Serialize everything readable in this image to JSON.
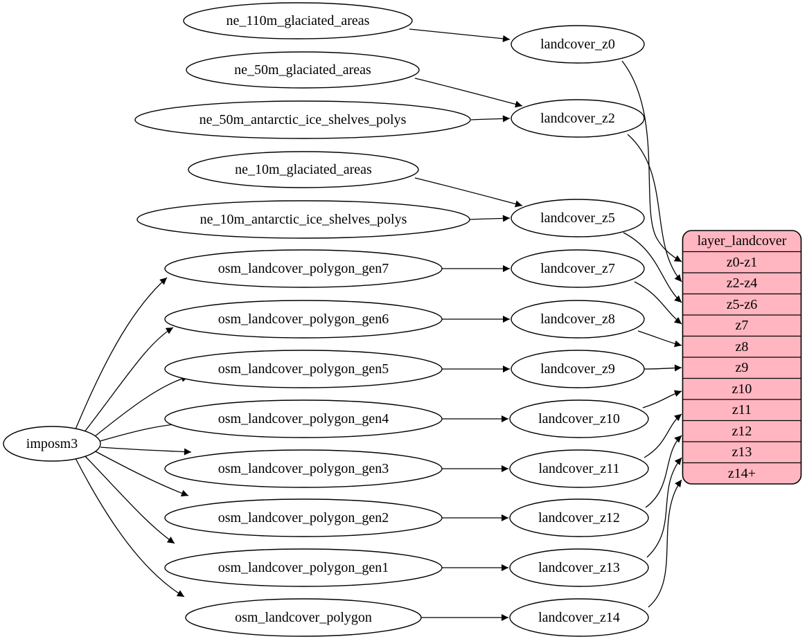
{
  "colors": {
    "record_fill": "#ffb6c1",
    "node_fill": "#ffffff",
    "stroke": "#000000",
    "background": "#ffffff"
  },
  "nodes": {
    "imposm3": "imposm3",
    "ne_110m_glaciated_areas": "ne_110m_glaciated_areas",
    "ne_50m_glaciated_areas": "ne_50m_glaciated_areas",
    "ne_50m_antarctic_ice_shelves_polys": "ne_50m_antarctic_ice_shelves_polys",
    "ne_10m_glaciated_areas": "ne_10m_glaciated_areas",
    "ne_10m_antarctic_ice_shelves_polys": "ne_10m_antarctic_ice_shelves_polys",
    "osm_landcover_polygon_gen7": "osm_landcover_polygon_gen7",
    "osm_landcover_polygon_gen6": "osm_landcover_polygon_gen6",
    "osm_landcover_polygon_gen5": "osm_landcover_polygon_gen5",
    "osm_landcover_polygon_gen4": "osm_landcover_polygon_gen4",
    "osm_landcover_polygon_gen3": "osm_landcover_polygon_gen3",
    "osm_landcover_polygon_gen2": "osm_landcover_polygon_gen2",
    "osm_landcover_polygon_gen1": "osm_landcover_polygon_gen1",
    "osm_landcover_polygon": "osm_landcover_polygon",
    "landcover_z0": "landcover_z0",
    "landcover_z2": "landcover_z2",
    "landcover_z5": "landcover_z5",
    "landcover_z7": "landcover_z7",
    "landcover_z8": "landcover_z8",
    "landcover_z9": "landcover_z9",
    "landcover_z10": "landcover_z10",
    "landcover_z11": "landcover_z11",
    "landcover_z12": "landcover_z12",
    "landcover_z13": "landcover_z13",
    "landcover_z14": "landcover_z14"
  },
  "record": {
    "title": "layer_landcover",
    "rows": [
      "z0-z1",
      "z2-z4",
      "z5-z6",
      "z7",
      "z8",
      "z9",
      "z10",
      "z11",
      "z12",
      "z13",
      "z14+"
    ]
  },
  "edges": [
    {
      "from": "imposm3",
      "to": "osm_landcover_polygon_gen7"
    },
    {
      "from": "imposm3",
      "to": "osm_landcover_polygon_gen6"
    },
    {
      "from": "imposm3",
      "to": "osm_landcover_polygon_gen5"
    },
    {
      "from": "imposm3",
      "to": "osm_landcover_polygon_gen4"
    },
    {
      "from": "imposm3",
      "to": "osm_landcover_polygon_gen3"
    },
    {
      "from": "imposm3",
      "to": "osm_landcover_polygon_gen2"
    },
    {
      "from": "imposm3",
      "to": "osm_landcover_polygon_gen1"
    },
    {
      "from": "imposm3",
      "to": "osm_landcover_polygon"
    },
    {
      "from": "ne_110m_glaciated_areas",
      "to": "landcover_z0"
    },
    {
      "from": "ne_50m_glaciated_areas",
      "to": "landcover_z2"
    },
    {
      "from": "ne_50m_antarctic_ice_shelves_polys",
      "to": "landcover_z2"
    },
    {
      "from": "ne_10m_glaciated_areas",
      "to": "landcover_z5"
    },
    {
      "from": "ne_10m_antarctic_ice_shelves_polys",
      "to": "landcover_z5"
    },
    {
      "from": "osm_landcover_polygon_gen7",
      "to": "landcover_z7"
    },
    {
      "from": "osm_landcover_polygon_gen6",
      "to": "landcover_z8"
    },
    {
      "from": "osm_landcover_polygon_gen5",
      "to": "landcover_z9"
    },
    {
      "from": "osm_landcover_polygon_gen4",
      "to": "landcover_z10"
    },
    {
      "from": "osm_landcover_polygon_gen3",
      "to": "landcover_z11"
    },
    {
      "from": "osm_landcover_polygon_gen2",
      "to": "landcover_z12"
    },
    {
      "from": "osm_landcover_polygon_gen1",
      "to": "landcover_z13"
    },
    {
      "from": "osm_landcover_polygon",
      "to": "landcover_z14"
    },
    {
      "from": "landcover_z0",
      "to": "layer_landcover:z0-z1"
    },
    {
      "from": "landcover_z2",
      "to": "layer_landcover:z2-z4"
    },
    {
      "from": "landcover_z5",
      "to": "layer_landcover:z5-z6"
    },
    {
      "from": "landcover_z7",
      "to": "layer_landcover:z7"
    },
    {
      "from": "landcover_z8",
      "to": "layer_landcover:z8"
    },
    {
      "from": "landcover_z9",
      "to": "layer_landcover:z9"
    },
    {
      "from": "landcover_z10",
      "to": "layer_landcover:z10"
    },
    {
      "from": "landcover_z11",
      "to": "layer_landcover:z11"
    },
    {
      "from": "landcover_z12",
      "to": "layer_landcover:z12"
    },
    {
      "from": "landcover_z13",
      "to": "layer_landcover:z13"
    },
    {
      "from": "landcover_z14",
      "to": "layer_landcover:z14+"
    }
  ]
}
